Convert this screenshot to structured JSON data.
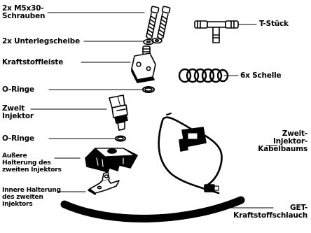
{
  "labels": {
    "screws_l1": "2x M5x30-",
    "screws_l2": "Schrauben",
    "washers": "2x Unterlegscheibe",
    "fuel_rail": "Kraftstoffleiste",
    "orings_top": "O-Ringe",
    "injector_l1": "Zweit",
    "injector_l2": "Injektor",
    "orings_bottom": "O-Ringe",
    "outer_l1": "Außere",
    "outer_l2": "Halterung des",
    "outer_l3": "zweiten Injektors",
    "inner_l1": "Innere Halterung",
    "inner_l2": "des zweiten",
    "inner_l3": "Injektors",
    "tee": "T-Stück",
    "clamps": "6x Schelle",
    "harness_l1": "Zweit-",
    "harness_l2": "Injektor-",
    "harness_l3": "Kabelbaums",
    "hose_l1": "GET-",
    "hose_l2": "Kraftstoffschlauch"
  },
  "colors": {
    "ink": "#000000",
    "part_fill": "#ffffff",
    "background": "#ffffff"
  }
}
